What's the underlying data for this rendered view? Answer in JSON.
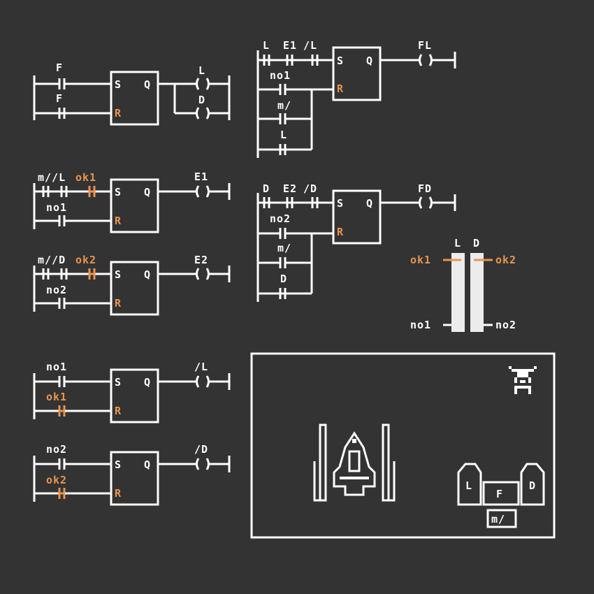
{
  "colors": {
    "background": "#333333",
    "line": "#ffffff",
    "accent": "#e8944f",
    "bar": "#ececec"
  },
  "block": {
    "set": "S",
    "reset": "R",
    "out": "Q"
  },
  "rungs": {
    "r1": {
      "in_top": "F",
      "in_bottom": "F",
      "coil_top": "L",
      "coil_bottom": "D"
    },
    "r2": {
      "top": [
        "L",
        "E1",
        "/L"
      ],
      "coil": "FL",
      "par": [
        "no1",
        "m/",
        "L"
      ]
    },
    "r3": {
      "top_white": "m//L",
      "top_orange": "ok1",
      "coil": "E1",
      "par": "no1"
    },
    "r4": {
      "top": [
        "D",
        "E2",
        "/D"
      ],
      "coil": "FD",
      "par": [
        "no2",
        "m/",
        "D"
      ]
    },
    "r5": {
      "top_white": "m//D",
      "top_orange": "ok2",
      "coil": "E2",
      "par": "no2"
    },
    "r6": {
      "in_top": "no1",
      "in_bottom": "ok1",
      "coil": "/L"
    },
    "r7": {
      "in_top": "no2",
      "in_bottom": "ok2",
      "coil": "/D"
    }
  },
  "gauge": {
    "left_label": "L",
    "right_label": "D",
    "top_left": "ok1",
    "top_right": "ok2",
    "bottom_left": "no1",
    "bottom_right": "no2"
  },
  "scene": {
    "key_f": "F",
    "key_l": "L",
    "key_d": "D",
    "key_m": "m/"
  }
}
